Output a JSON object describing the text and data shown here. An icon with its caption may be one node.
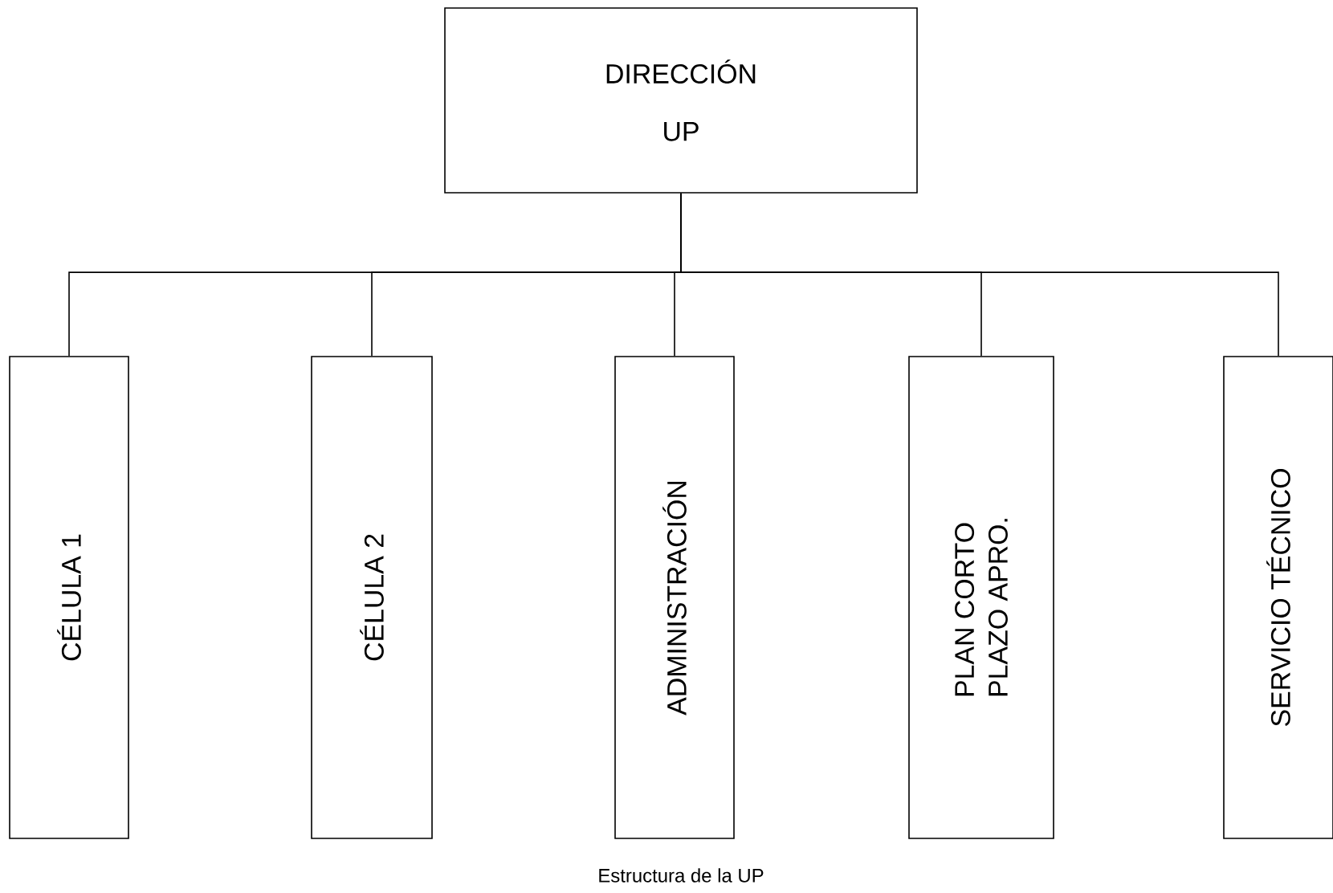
{
  "diagram": {
    "caption": "Estructura de la UP",
    "nodes": [
      {
        "text": [
          "DIRECCIÓN UP"
        ]
      },
      {
        "text": [
          "CÉLULA 1"
        ]
      },
      {
        "text": [
          "CÉLULA 2"
        ]
      },
      {
        "text": [
          "ADMINISTRACIÓN"
        ]
      },
      {
        "text": [
          "PLAN CORTO PLAZO APRO."
        ]
      },
      {
        "text": [
          "SERVICIO TÉCNICO"
        ]
      }
    ],
    "edges": [
      {
        "from": 0,
        "to": 1,
        "arrow": "none"
      },
      {
        "from": 0,
        "to": 2,
        "arrow": "none"
      },
      {
        "from": 0,
        "to": 3,
        "arrow": "none"
      },
      {
        "from": 0,
        "to": 4,
        "arrow": "none"
      },
      {
        "from": 0,
        "to": 5,
        "arrow": "none"
      }
    ]
  }
}
